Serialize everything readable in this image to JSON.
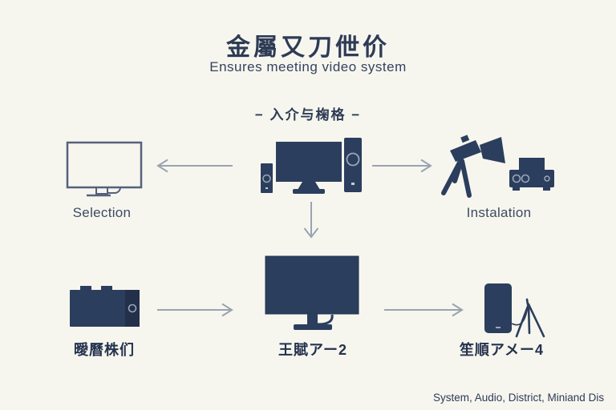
{
  "palette": {
    "background": "#f6f6ef",
    "icon_navy": "#2c3e5d",
    "icon_outline": "#56617a",
    "arrow_gray": "#9aa3b1",
    "text_dark": "#2e3b55"
  },
  "header": {
    "title": "金屬又刀伳价",
    "subtitle": "Ensures meeting video system"
  },
  "flow": {
    "section_label": "− 入介与椈格 −"
  },
  "nodes": {
    "selection": {
      "icon": "monitor-outline-icon",
      "label": "Selection"
    },
    "center_system": {
      "icon": "desktop-pc-speakers-icon",
      "label": ""
    },
    "installation": {
      "icon": "camera-tripod-receiver-icon",
      "label": "Instalation"
    },
    "media_box": {
      "icon": "media-box-icon",
      "label": "曖曆株们"
    },
    "display": {
      "icon": "monitor-solid-icon",
      "label": "王賦アー2"
    },
    "phone_tripod": {
      "icon": "phone-tripod-icon",
      "label": "笙順アメー4"
    }
  },
  "arrows": [
    {
      "icon": "arrow-left-icon",
      "from": "center_system",
      "to": "selection"
    },
    {
      "icon": "arrow-right-icon",
      "from": "center_system",
      "to": "installation"
    },
    {
      "icon": "arrow-down-icon",
      "from": "center_system",
      "to": "display"
    },
    {
      "icon": "arrow-right-icon",
      "from": "media_box",
      "to": "display"
    },
    {
      "icon": "arrow-right-icon",
      "from": "display",
      "to": "phone_tripod"
    }
  ],
  "footer": {
    "caption": "System, Audio, District, Miniand Dis"
  }
}
